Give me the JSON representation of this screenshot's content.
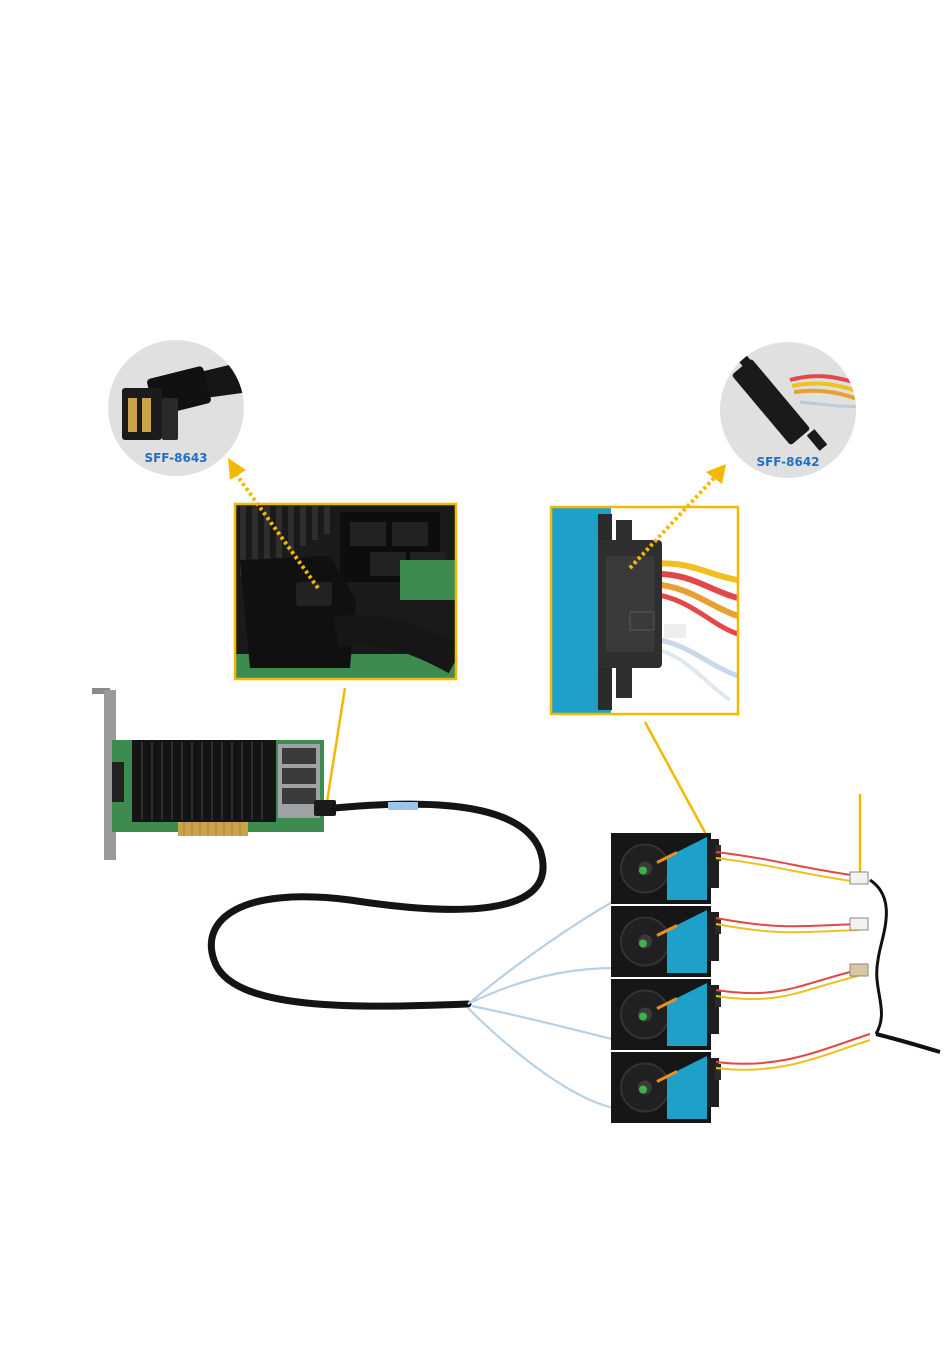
{
  "connectors": {
    "host_side": {
      "label": "SFF-8643"
    },
    "drive_side": {
      "label": "SFF-8642"
    }
  },
  "colors": {
    "accent": "#f5b800",
    "label_blue": "#1f6fc4",
    "drive_blue": "#1ea0c8",
    "pcb_green": "#3d8b4e",
    "cable_black": "#111111",
    "circle_gray": "#e0e0e0"
  },
  "drives": {
    "count": 4
  }
}
